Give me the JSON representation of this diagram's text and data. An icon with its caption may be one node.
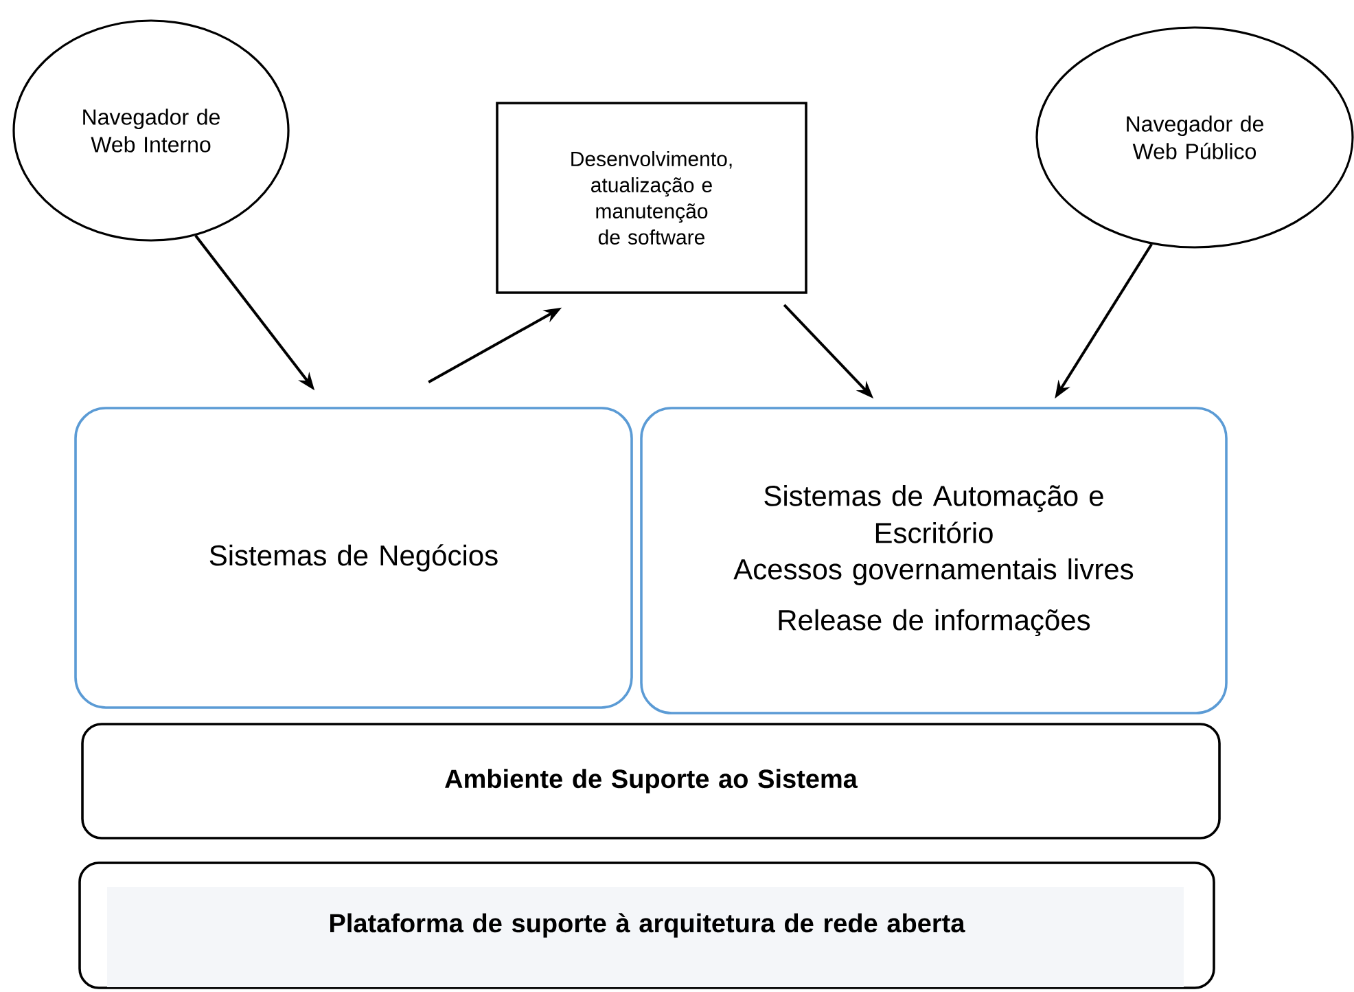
{
  "diagram": {
    "nodes": [
      {
        "text": [
          "Navegador de Web Interno"
        ]
      },
      {
        "text": [
          "Desenvolvimento, atualização e manutenção de software"
        ]
      },
      {
        "text": [
          "Navegador de Web Público"
        ]
      },
      {
        "text": [
          "Sistemas de Negócios"
        ]
      },
      {
        "text": [
          "Sistemas de Automação e Escritório",
          "Acessos governamentais livres",
          "Release de informações"
        ]
      },
      {
        "text": [
          "Ambiente de Suporte ao Sistema"
        ]
      },
      {
        "text": [
          "Plataforma de suporte à arquitetura de rede aberta"
        ]
      }
    ],
    "edges": [
      {
        "from": 0,
        "to": 3,
        "arrow": "to"
      },
      {
        "from": 3,
        "to": 1,
        "arrow": "to"
      },
      {
        "from": 1,
        "to": 4,
        "arrow": "to"
      },
      {
        "from": 2,
        "to": 4,
        "arrow": "to"
      }
    ]
  }
}
